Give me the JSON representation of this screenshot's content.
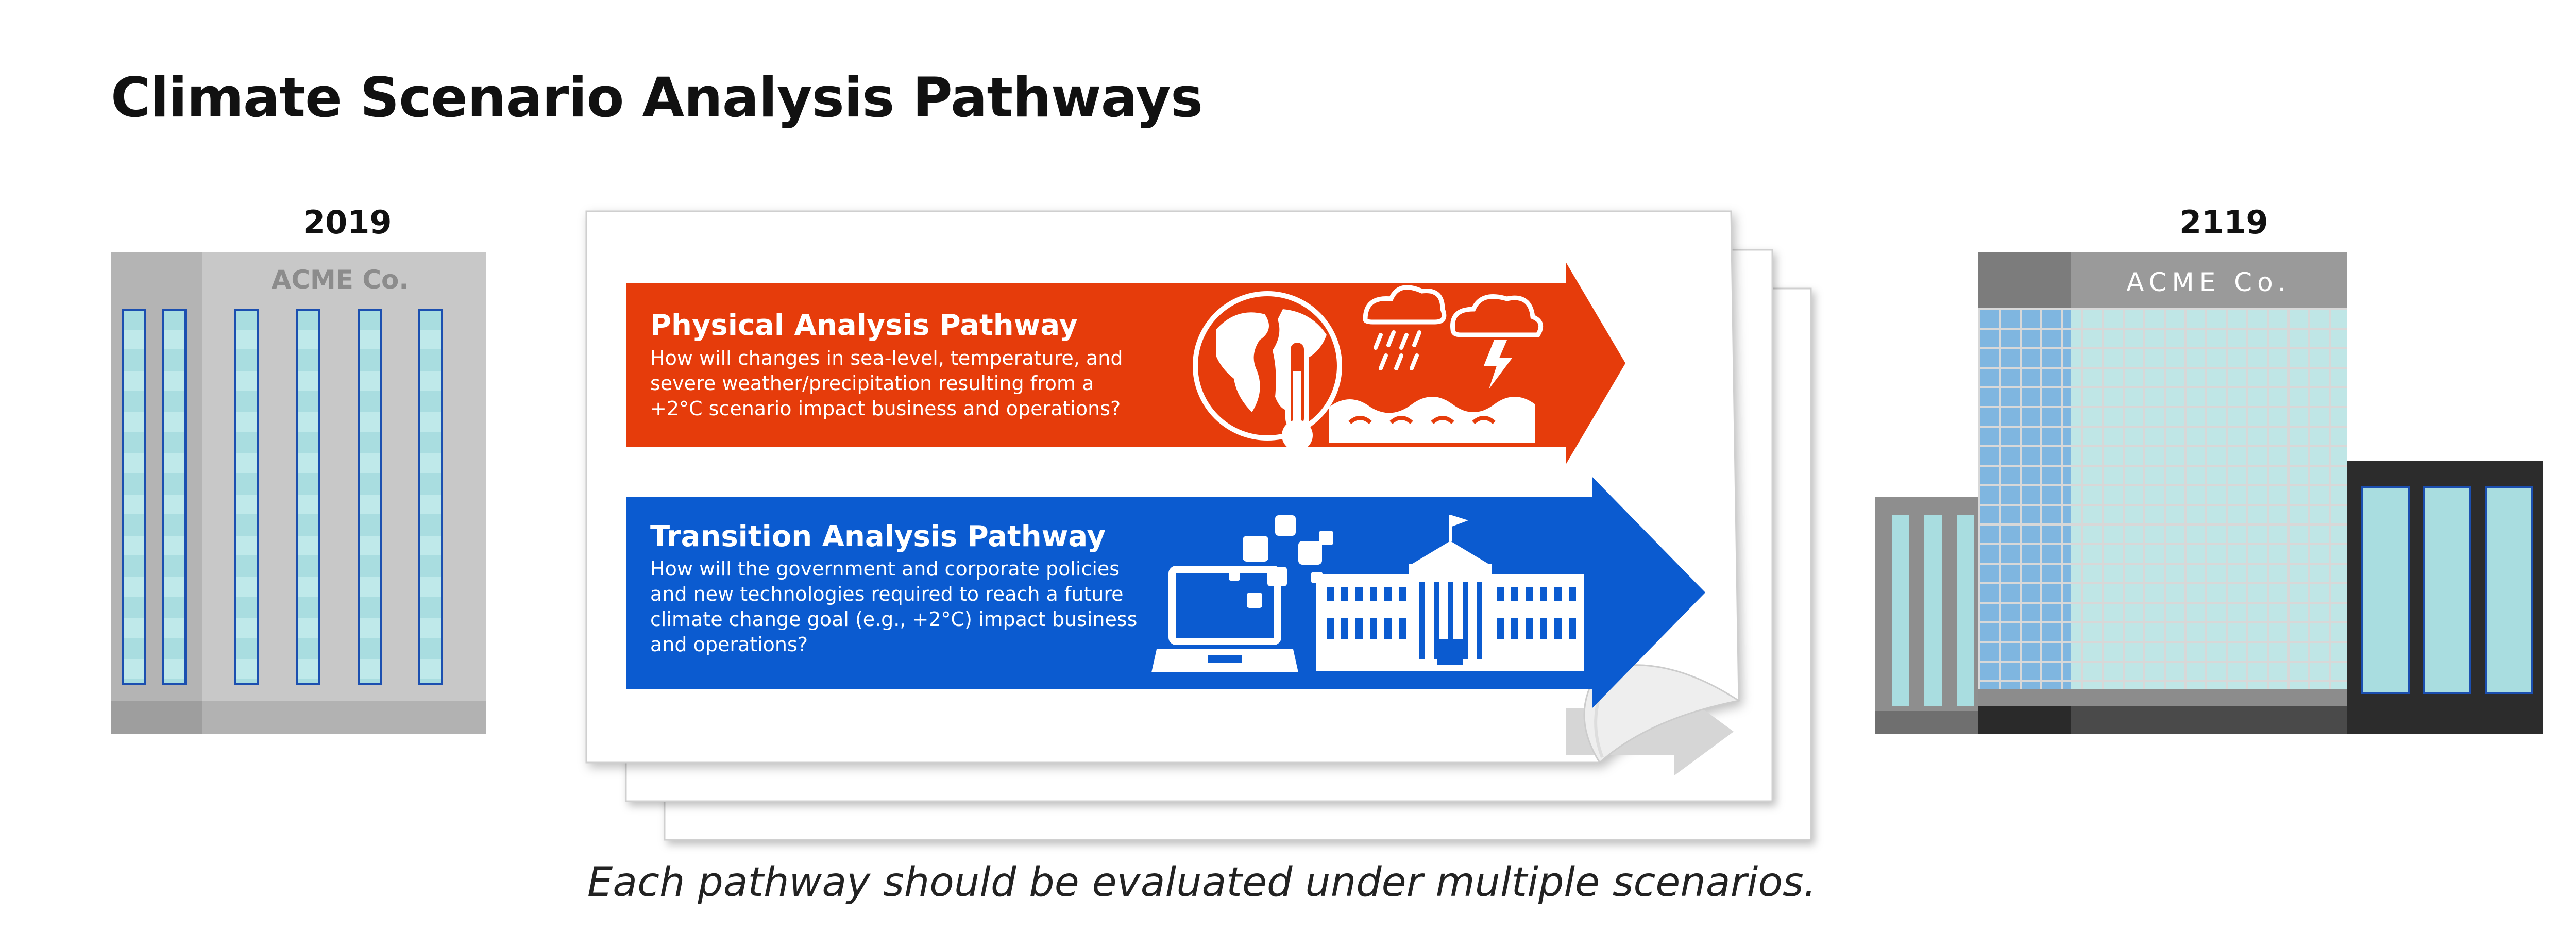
{
  "title": "Climate Scenario Analysis Pathways",
  "building_2019": {
    "year": "2019",
    "sign": "ACME Co."
  },
  "building_2119": {
    "year": "2119",
    "sign": "ACME Co."
  },
  "physical": {
    "heading": "Physical Analysis Pathway",
    "lines": [
      "How will changes in sea-level, temperature, and",
      "severe weather/precipitation resulting from a",
      "+2°C scenario impact business and operations?"
    ]
  },
  "transition": {
    "heading": "Transition Analysis Pathway",
    "lines": [
      "How will the government and corporate policies",
      "and new technologies required to reach a future",
      "climate change goal (e.g., +2°C) impact business",
      "and operations?"
    ]
  },
  "caption": "Each pathway should be evaluated under multiple scenarios.",
  "icons": [
    "globe-icon",
    "thermometer-icon",
    "rain-cloud-icon",
    "storm-cloud-icon",
    "waves-icon",
    "laptop-icon",
    "data-squares-icon",
    "government-building-icon"
  ],
  "colors": {
    "physical": "#e63c0b",
    "transition": "#0b5bd0",
    "text": "#111111",
    "window": "#a9dde0",
    "window_frame": "#1b4fb0",
    "ghost_arrow": "#d6d6d6"
  }
}
